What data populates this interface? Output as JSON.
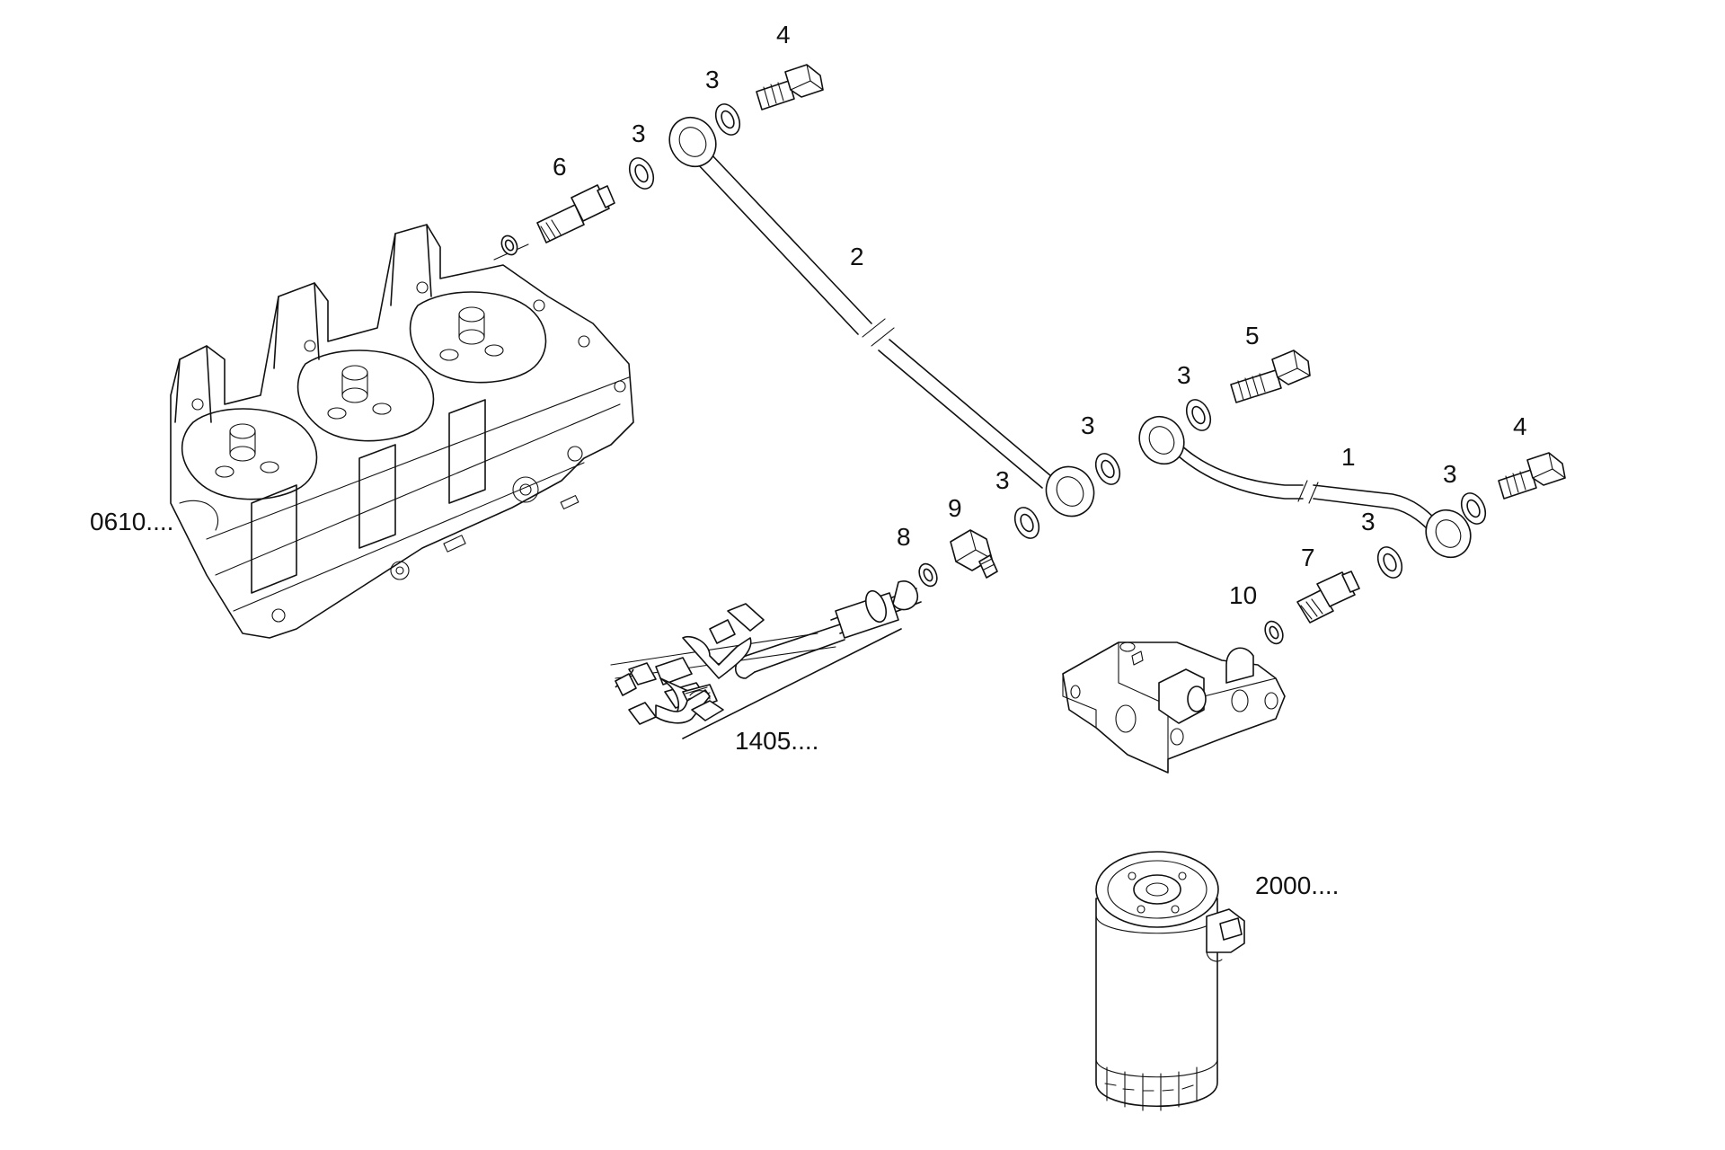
{
  "diagram": {
    "callouts": {
      "c1": "1",
      "c2": "2",
      "c3a": "3",
      "c3b": "3",
      "c3c": "3",
      "c3d": "3",
      "c3e": "3",
      "c3f": "3",
      "c3g": "3",
      "c4a": "4",
      "c4b": "4",
      "c5": "5",
      "c6": "6",
      "c7": "7",
      "c8": "8",
      "c9": "9",
      "c10": "10"
    },
    "references": {
      "cylinder_head": "0610....",
      "fuel_rail": "1405....",
      "fuel_filter": "2000...."
    }
  }
}
